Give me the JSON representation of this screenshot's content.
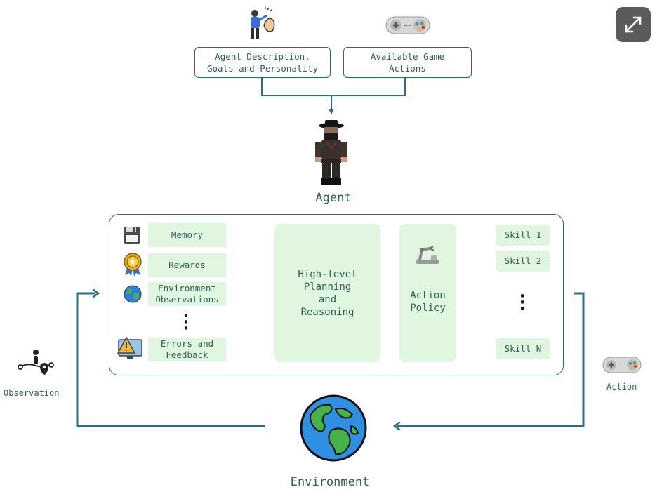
{
  "top": {
    "agent_description": "Agent Description,\nGoals and Personality",
    "available_actions": "Available Game\nActions"
  },
  "agent_label": "Agent",
  "inputs": [
    {
      "label": "Memory",
      "icon": "floppy-disk-icon"
    },
    {
      "label": "Rewards",
      "icon": "award-medal-icon"
    },
    {
      "label": "Environment\nObservations",
      "icon": "globe-icon"
    },
    {
      "label": "Errors and\nFeedback",
      "icon": "warning-monitor-icon"
    }
  ],
  "planning": "High-level\nPlanning\nand\nReasoning",
  "action_policy": "Action\nPolicy",
  "skills": [
    "Skill 1",
    "Skill 2",
    "Skill N"
  ],
  "observation_label": "Observation",
  "action_label": "Action",
  "environment_label": "Environment",
  "colors": {
    "line": "#2d6e82",
    "border": "#2f6b63",
    "fill": "#e1f6df",
    "text": "#2d5e57"
  }
}
